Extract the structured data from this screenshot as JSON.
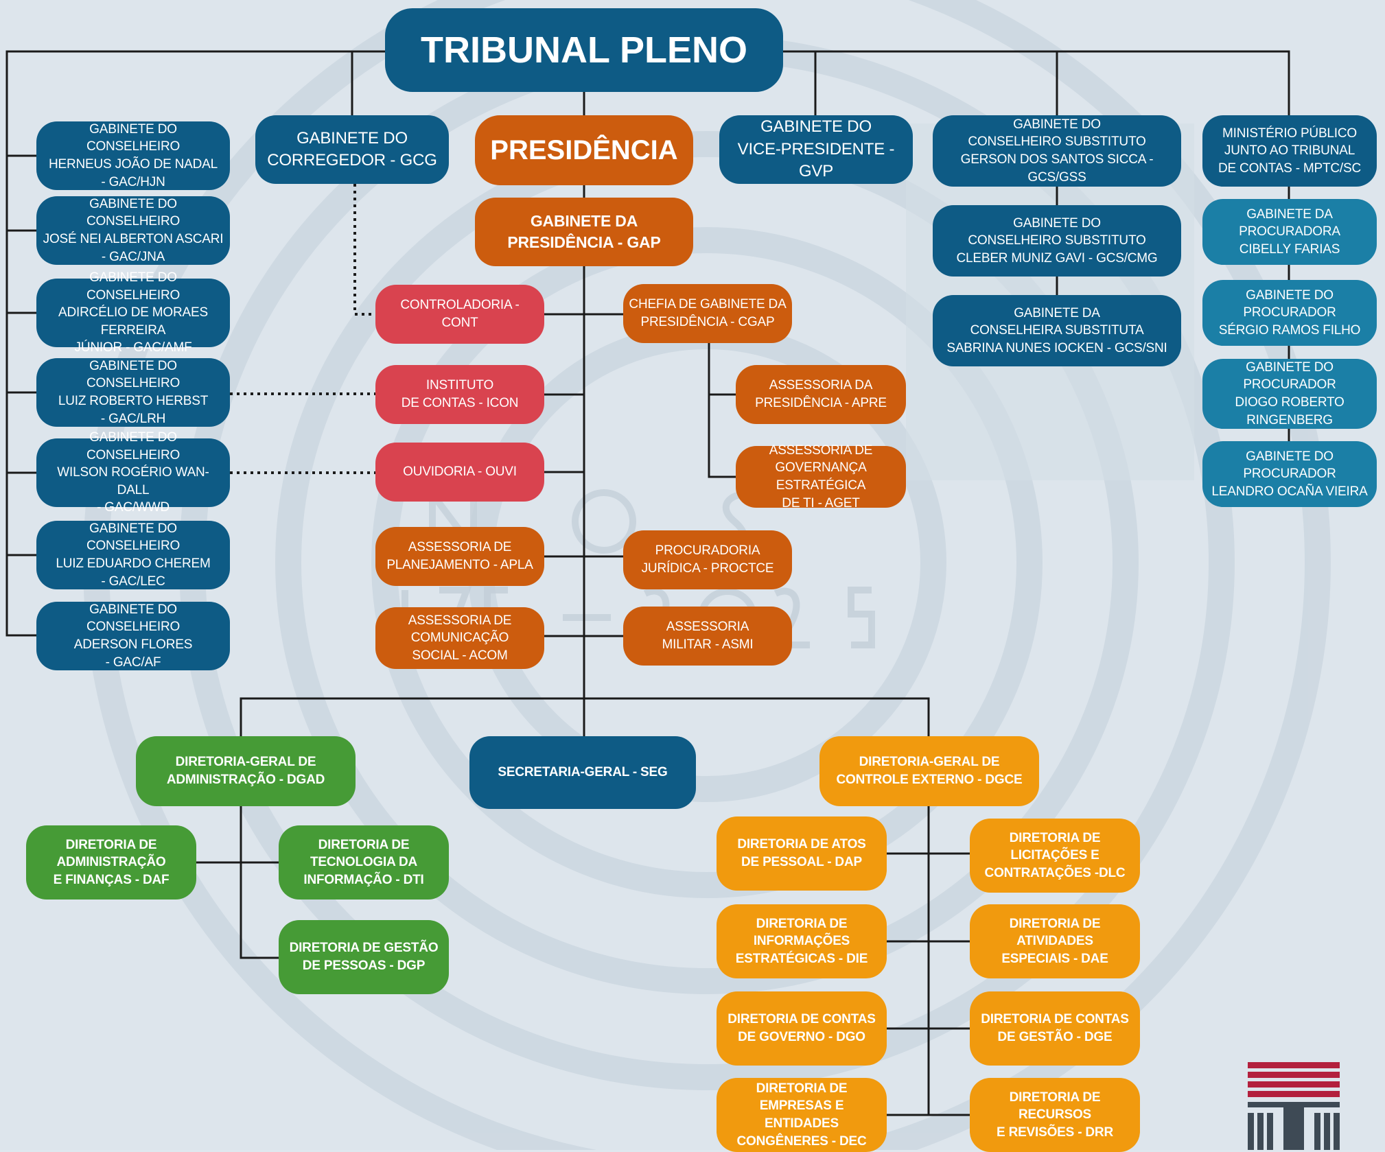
{
  "colors": {
    "dark_blue": "#0e5b85",
    "light_blue": "#1b7fa6",
    "rust_orange": "#cc5c0e",
    "red": "#d9434f",
    "green": "#469b36",
    "orange": "#f19a0e",
    "connector": "#1a1a1a"
  },
  "icons": {
    "logo": "tce-sc-logo-icon"
  },
  "nodes": {
    "tribunal_pleno": "TRIBUNAL PLENO",
    "gab_hjn": "GABINETE DO CONSELHEIRO\nHERNEUS JOÃO DE NADAL\n- GAC/HJN",
    "gab_jna": "GABINETE DO CONSELHEIRO\nJOSÉ NEI ALBERTON ASCARI\n- GAC/JNA",
    "gab_amf": "GABINETE DO CONSELHEIRO\nADIRCÉLIO DE MORAES FERREIRA\nJÚNIOR - GAC/AMF",
    "gab_lrh": "GABINETE DO CONSELHEIRO\nLUIZ ROBERTO HERBST\n- GAC/LRH",
    "gab_wwd": "GABINETE DO CONSELHEIRO\nWILSON ROGÉRIO WAN-DALL\n- GAC/WWD",
    "gab_lec": "GABINETE DO CONSELHEIRO\nLUIZ EDUARDO CHEREM\n- GAC/LEC",
    "gab_af": "GABINETE DO CONSELHEIRO\nADERSON FLORES\n- GAC/AF",
    "gcg": "GABINETE DO\nCORREGEDOR - GCG",
    "presidencia": "PRESIDÊNCIA",
    "gvp": "GABINETE DO\nVICE-PRESIDENTE - GVP",
    "gcs_gss": "GABINETE DO\nCONSELHEIRO SUBSTITUTO\nGERSON DOS SANTOS SICCA - GCS/GSS",
    "gcs_cmg": "GABINETE DO\nCONSELHEIRO SUBSTITUTO\nCLEBER MUNIZ GAVI - GCS/CMG",
    "gcs_sni": "GABINETE DA\nCONSELHEIRA SUBSTITUTA\nSABRINA NUNES IOCKEN - GCS/SNI",
    "mptc": "MINISTÉRIO PÚBLICO\nJUNTO AO TRIBUNAL\nDE CONTAS - MPTC/SC",
    "proc_cibelly": "GABINETE DA PROCURADORA\nCIBELLY FARIAS",
    "proc_sergio": "GABINETE DO PROCURADOR\nSÉRGIO RAMOS FILHO",
    "proc_diogo": "GABINETE DO PROCURADOR\nDIOGO ROBERTO\nRINGENBERG",
    "proc_leandro": "GABINETE DO PROCURADOR\nLEANDRO OCAÑA VIEIRA",
    "gap": "GABINETE DA\nPRESIDÊNCIA - GAP",
    "cont": "CONTROLADORIA - CONT",
    "cgap": "CHEFIA DE GABINETE DA\nPRESIDÊNCIA - CGAP",
    "icon": "INSTITUTO\nDE CONTAS - ICON",
    "apre": "ASSESSORIA DA\nPRESIDÊNCIA - APRE",
    "ouvi": "OUVIDORIA - OUVI",
    "aget": "ASSESSORIA DE\nGOVERNANÇA ESTRATÉGICA\nDE TI - AGET",
    "apla": "ASSESSORIA DE\nPLANEJAMENTO - APLA",
    "proctce": "PROCURADORIA\nJURÍDICA - PROCTCE",
    "acom": "ASSESSORIA DE\nCOMUNICAÇÃO\nSOCIAL - ACOM",
    "asmi": "ASSESSORIA\nMILITAR - ASMI",
    "dgad": "DIRETORIA-GERAL DE\nADMINISTRAÇÃO - DGAD",
    "seg": "SECRETARIA-GERAL - SEG",
    "dgce": "DIRETORIA-GERAL DE\nCONTROLE EXTERNO - DGCE",
    "daf": "DIRETORIA DE\nADMINISTRAÇÃO\nE FINANÇAS - DAF",
    "dti": "DIRETORIA DE\nTECNOLOGIA DA\nINFORMAÇÃO - DTI",
    "dgp": "DIRETORIA DE GESTÃO\nDE PESSOAS - DGP",
    "dap": "DIRETORIA DE  ATOS\nDE PESSOAL - DAP",
    "dlc": "DIRETORIA DE\nLICITAÇÕES E\nCONTRATAÇÕES -DLC",
    "die": "DIRETORIA DE\nINFORMAÇÕES\nESTRATÉGICAS - DIE",
    "dae": "DIRETORIA DE\nATIVIDADES\nESPECIAIS - DAE",
    "dgo": "DIRETORIA DE CONTAS\nDE GOVERNO - DGO",
    "dge": "DIRETORIA DE CONTAS\nDE GESTÃO - DGE",
    "dec": "DIRETORIA DE\nEMPRESAS E ENTIDADES\nCONGÊNERES - DEC",
    "drr": "DIRETORIA DE RECURSOS\nE REVISÕES - DRR"
  }
}
